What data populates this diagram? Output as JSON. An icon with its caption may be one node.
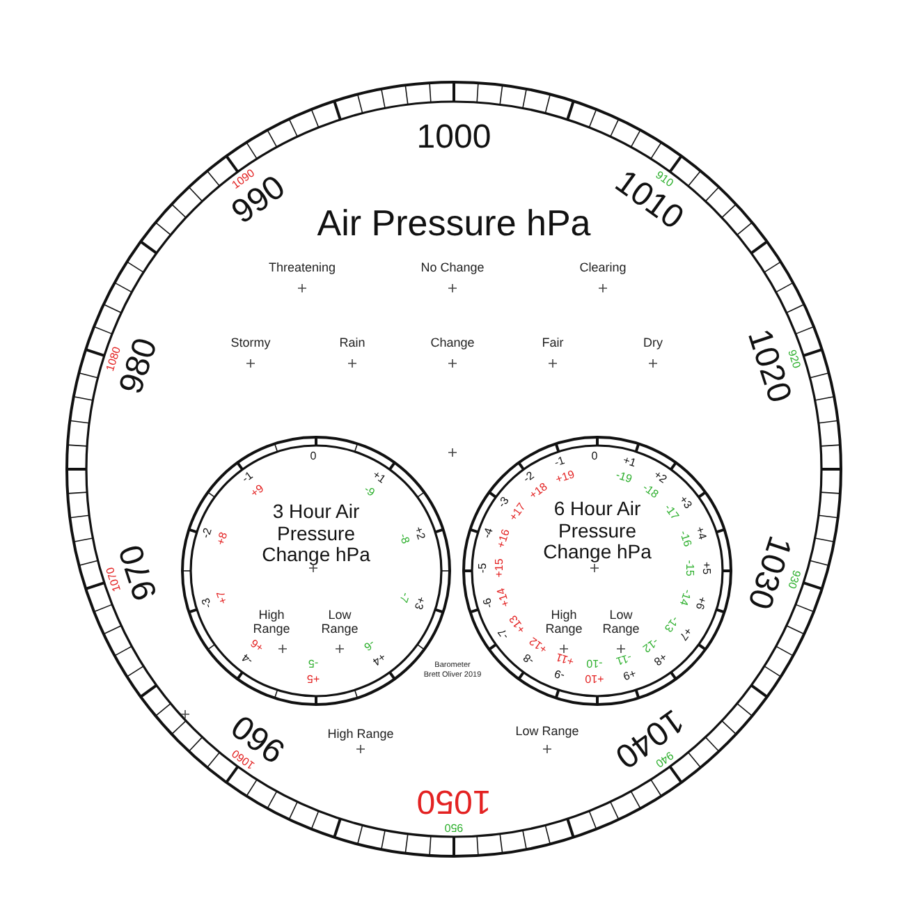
{
  "diagram": {
    "nodes": [
      {
        "text": [
          "Air Pressure hPa"
        ]
      },
      {
        "text": [
          "3 Hour Air Pressure Change hPa"
        ],
        "in": 0
      },
      {
        "text": [
          "6 Hour Air Pressure Change hPa"
        ],
        "in": 0
      }
    ],
    "labels": [
      "1000",
      "1010",
      "1020",
      "1030",
      "1040",
      "1050",
      "960",
      "970",
      "980",
      "990",
      "910",
      "920",
      "930",
      "940",
      "950",
      "1060",
      "1070",
      "1080",
      "1090",
      "Threatening",
      "No Change",
      "Clearing",
      "Stormy",
      "Rain",
      "Change",
      "Fair",
      "Dry",
      "0",
      "-1",
      "+1",
      "-2",
      "+2",
      "-3",
      "+3",
      "-4",
      "+4",
      "+9",
      "-9",
      "+8",
      "-8",
      "+7",
      "-7",
      "+6",
      "-6",
      "-5",
      "+5",
      "High Range",
      "Low Range",
      "0",
      "-1",
      "+1",
      "-2",
      "+2",
      "-3",
      "+3",
      "-4",
      "+4",
      "-5",
      "+5",
      "-6",
      "+6",
      "-7",
      "+7",
      "-8",
      "+8",
      "-9",
      "+9",
      "+19",
      "-19",
      "+18",
      "-18",
      "+17",
      "-17",
      "+16",
      "-16",
      "+15",
      "-15",
      "+14",
      "-14",
      "+13",
      "-13",
      "+12",
      "-12",
      "+11",
      "-10",
      "-11",
      "+10",
      "High Range",
      "Low Range",
      "High Range",
      "Low Range",
      "Barometer",
      "Brett Oliver 2019"
    ]
  }
}
